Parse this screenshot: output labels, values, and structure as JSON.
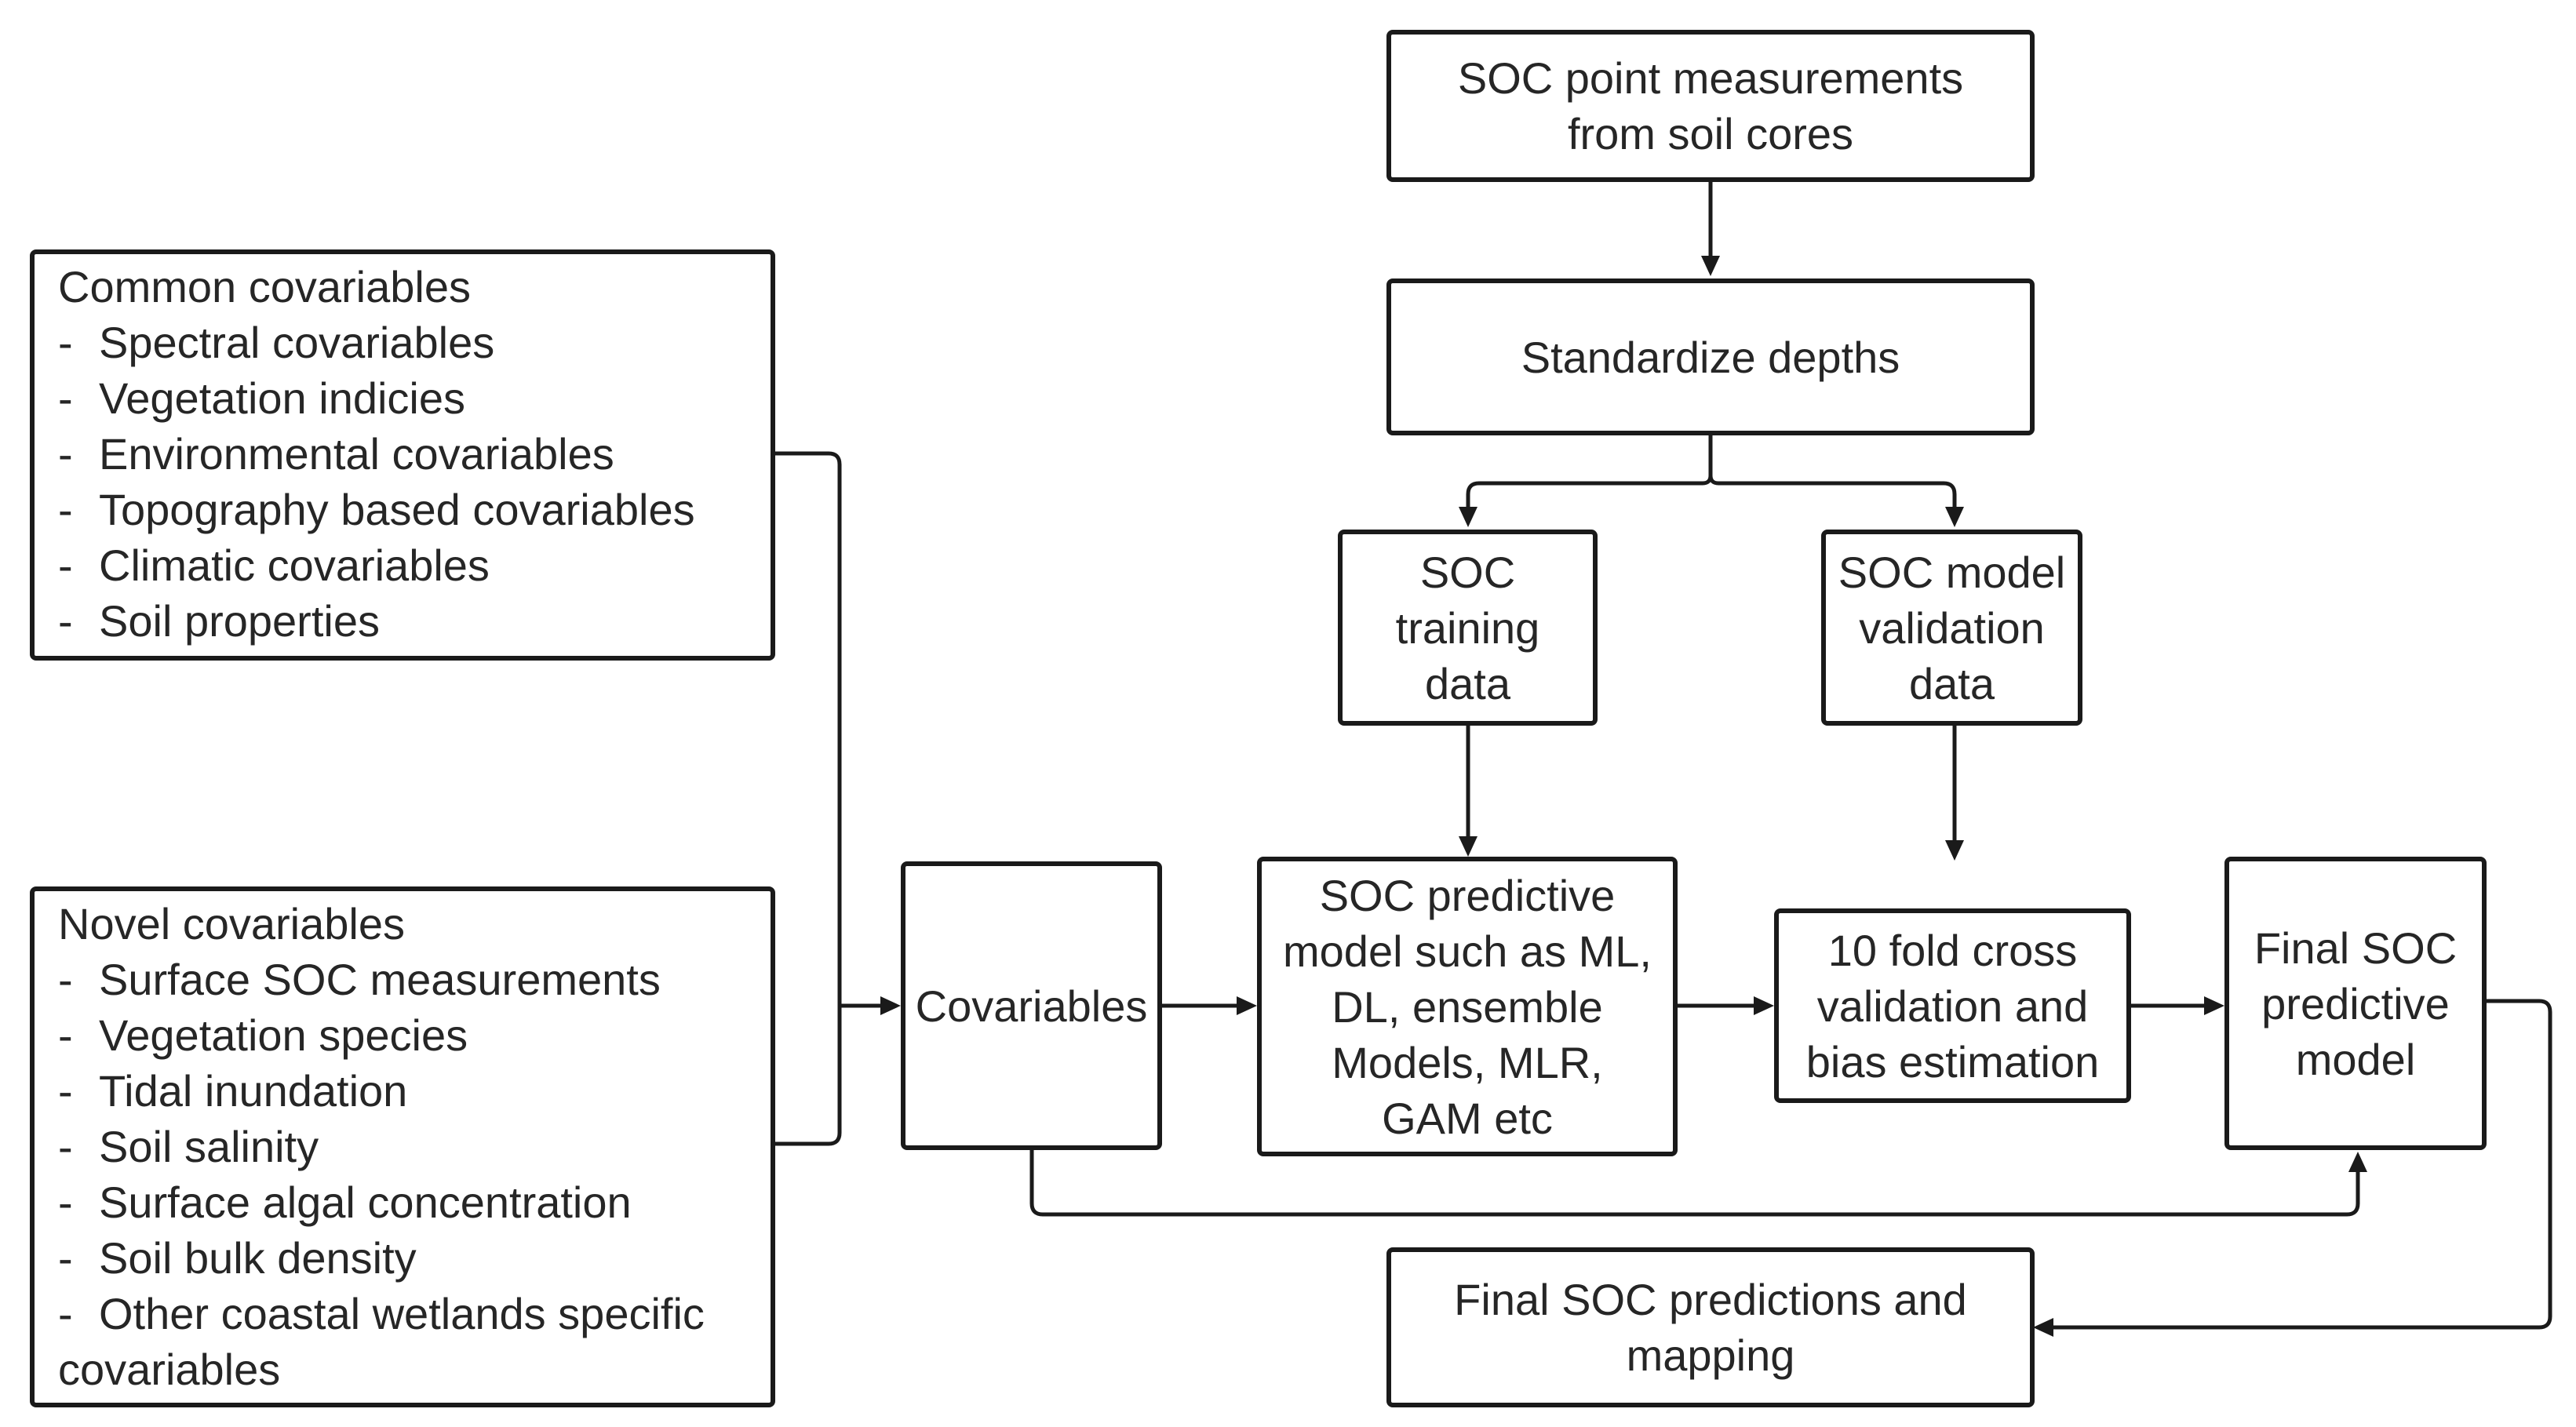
{
  "nodes": {
    "soc_point": {
      "lines": [
        "SOC point measurements",
        "from soil cores"
      ]
    },
    "standardize": {
      "lines": [
        "Standardize depths"
      ]
    },
    "training": {
      "lines": [
        "SOC",
        "training",
        "data"
      ]
    },
    "validation": {
      "lines": [
        "SOC model",
        "validation",
        "data"
      ]
    },
    "common": {
      "heading": "Common covariables",
      "items": [
        "Spectral covariables",
        "Vegetation indicies",
        "Environmental covariables",
        "Topography based covariables",
        "Climatic covariables",
        "Soil properties"
      ]
    },
    "novel": {
      "heading": "Novel covariables",
      "items": [
        "Surface SOC measurements",
        "Vegetation species",
        "Tidal inundation",
        "Soil salinity",
        "Surface algal concentration",
        "Soil bulk density",
        "Other coastal wetlands specific"
      ],
      "continuation": "covariables"
    },
    "covariables": {
      "lines": [
        "Covariables"
      ]
    },
    "predictive": {
      "lines": [
        "SOC predictive",
        "model such as ML,",
        "DL, ensemble",
        "Models, MLR,",
        "GAM etc"
      ]
    },
    "crossval": {
      "lines": [
        "10 fold cross",
        "validation and",
        "bias estimation"
      ]
    },
    "final_model": {
      "lines": [
        "Final SOC",
        "predictive",
        "model"
      ]
    },
    "final_pred": {
      "lines": [
        "Final SOC predictions and",
        "mapping"
      ]
    }
  },
  "style": {
    "stroke": "#1a1a1a",
    "text": "#262626",
    "background": "#ffffff"
  }
}
